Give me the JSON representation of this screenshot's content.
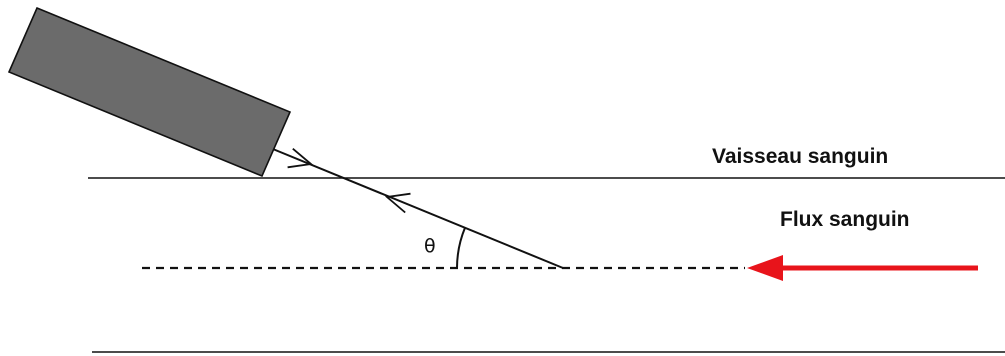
{
  "labels": {
    "vessel": "Vaisseau sanguin",
    "flow": "Flux sanguin",
    "angle": "θ"
  },
  "colors": {
    "probe_fill": "#6b6b6b",
    "line": "#111111",
    "flow_arrow": "#e8141b"
  },
  "icons": {
    "probe": "ultrasound-probe",
    "flow_arrow": "arrow-left"
  }
}
